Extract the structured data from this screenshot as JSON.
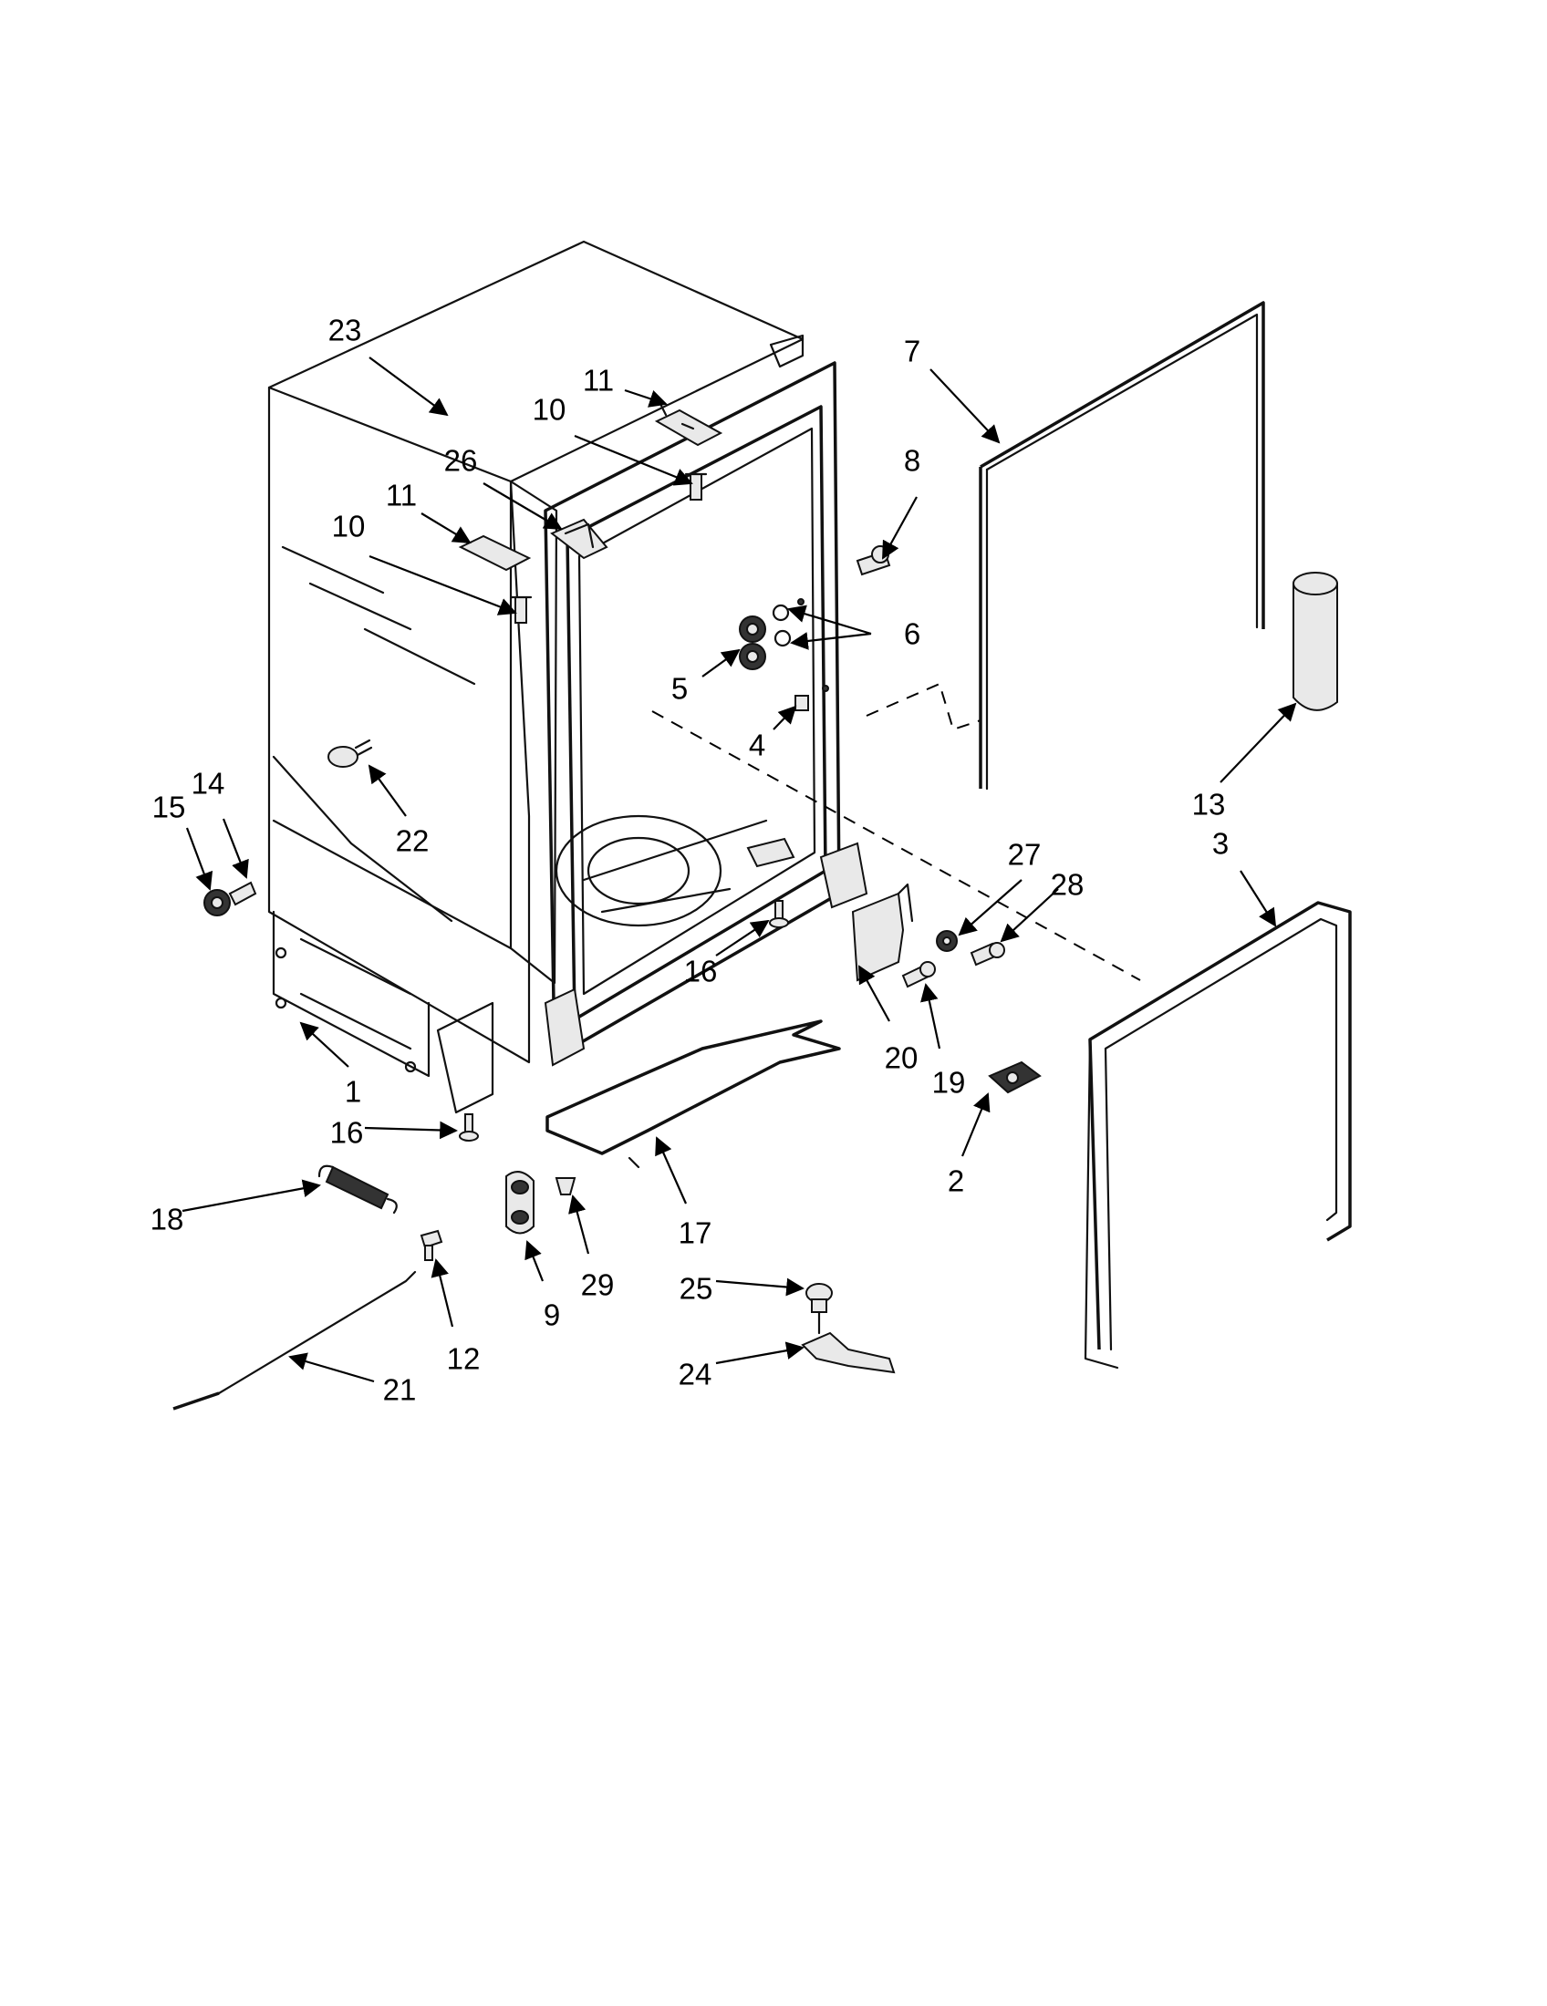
{
  "callouts": [
    {
      "id": "c23a",
      "text": "23"
    },
    {
      "id": "c11a",
      "text": "11"
    },
    {
      "id": "c10a",
      "text": "10"
    },
    {
      "id": "c26",
      "text": "26"
    },
    {
      "id": "c11b",
      "text": "11"
    },
    {
      "id": "c10b",
      "text": "10"
    },
    {
      "id": "c7",
      "text": "7"
    },
    {
      "id": "c8",
      "text": "8"
    },
    {
      "id": "c6",
      "text": "6"
    },
    {
      "id": "c5",
      "text": "5"
    },
    {
      "id": "c4",
      "text": "4"
    },
    {
      "id": "c13",
      "text": "13"
    },
    {
      "id": "c3",
      "text": "3"
    },
    {
      "id": "c22",
      "text": "22"
    },
    {
      "id": "c15",
      "text": "15"
    },
    {
      "id": "c14",
      "text": "14"
    },
    {
      "id": "c27",
      "text": "27"
    },
    {
      "id": "c28",
      "text": "28"
    },
    {
      "id": "c16a",
      "text": "16"
    },
    {
      "id": "c20",
      "text": "20"
    },
    {
      "id": "c19",
      "text": "19"
    },
    {
      "id": "c1",
      "text": "1"
    },
    {
      "id": "c16b",
      "text": "16"
    },
    {
      "id": "c2",
      "text": "2"
    },
    {
      "id": "c18",
      "text": "18"
    },
    {
      "id": "c17",
      "text": "17"
    },
    {
      "id": "c29",
      "text": "29"
    },
    {
      "id": "c9",
      "text": "9"
    },
    {
      "id": "c12",
      "text": "12"
    },
    {
      "id": "c25",
      "text": "25"
    },
    {
      "id": "c24",
      "text": "24"
    },
    {
      "id": "c21",
      "text": "21"
    }
  ]
}
